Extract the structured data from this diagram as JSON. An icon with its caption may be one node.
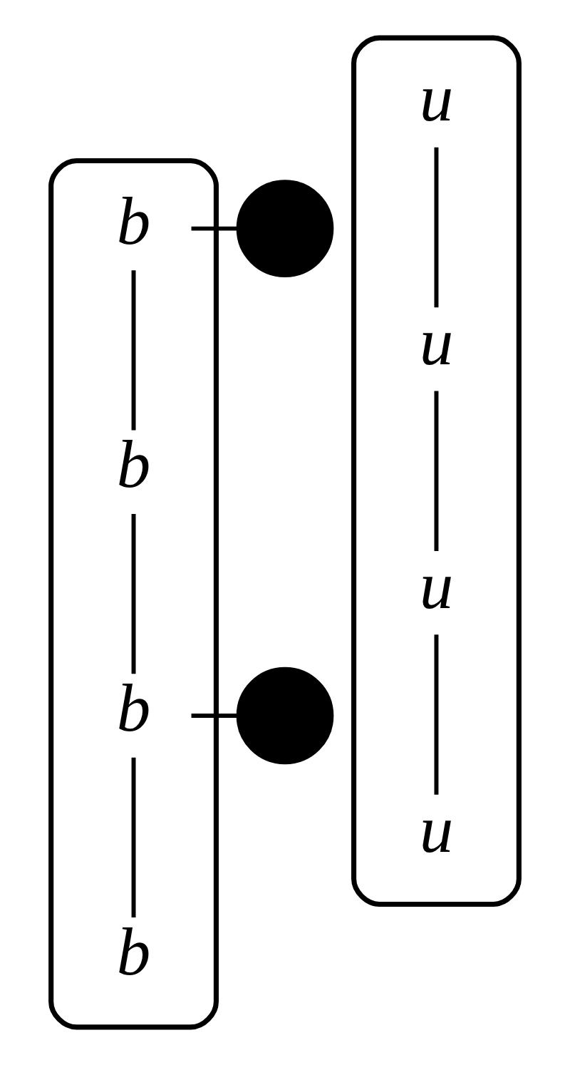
{
  "diagram": {
    "nodes": [
      {
        "text": [],
        "shape": "bracket"
      },
      {
        "text": [
          "b"
        ],
        "in": 0
      },
      {
        "text": [
          "b"
        ],
        "in": 0
      },
      {
        "text": [
          "b"
        ],
        "in": 0
      },
      {
        "text": [
          "b"
        ],
        "in": 0
      },
      {
        "text": [],
        "shape": "circle"
      },
      {
        "text": [],
        "shape": "circle"
      },
      {
        "text": [],
        "shape": "bracket"
      },
      {
        "text": [
          "u"
        ],
        "in": 7
      },
      {
        "text": [
          "u"
        ],
        "in": 7
      },
      {
        "text": [
          "u"
        ],
        "in": 7
      },
      {
        "text": [
          "u"
        ],
        "in": 7
      }
    ],
    "edges": [
      {
        "from": 1,
        "to": 5,
        "arrow": "none"
      },
      {
        "from": 2,
        "to": 1,
        "arrow": "none"
      },
      {
        "from": 3,
        "to": 2,
        "arrow": "none"
      },
      {
        "from": 3,
        "to": 6,
        "arrow": "none"
      },
      {
        "from": 4,
        "to": 3,
        "arrow": "none"
      },
      {
        "from": 9,
        "to": 8,
        "arrow": "none"
      },
      {
        "from": 10,
        "to": 9,
        "arrow": "none"
      },
      {
        "from": 11,
        "to": 10,
        "arrow": "none"
      }
    ]
  }
}
